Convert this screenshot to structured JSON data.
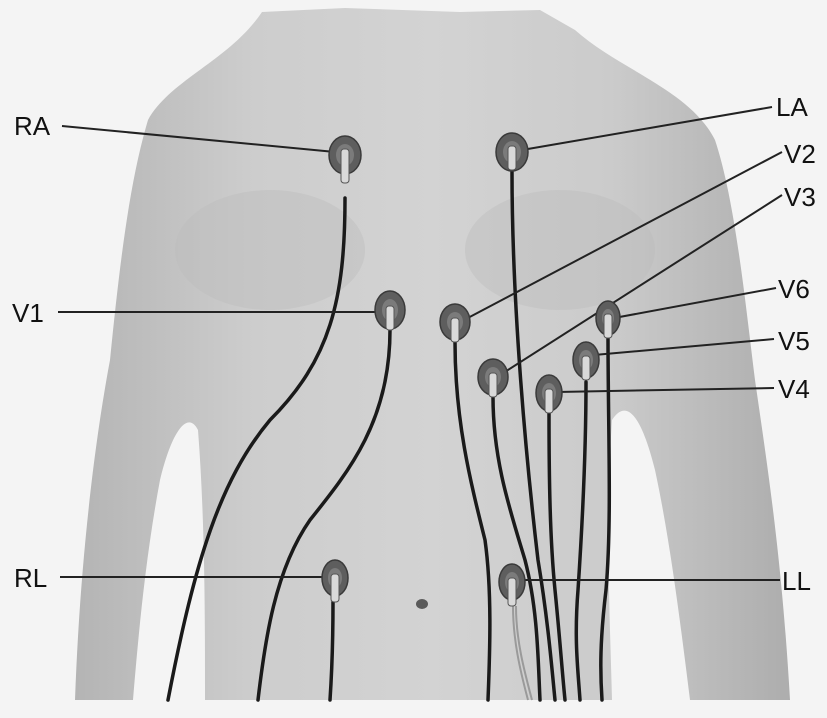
{
  "labels": {
    "RA": "RA",
    "LA": "LA",
    "V2": "V2",
    "V3": "V3",
    "V6": "V6",
    "V1": "V1",
    "V5": "V5",
    "V4": "V4",
    "RL": "RL",
    "LL": "LL"
  },
  "colors": {
    "background": "#f4f4f4",
    "skin": "#c6c6c6",
    "electrode": "#5e5e5e",
    "lead_wire": "#1a1a1a"
  }
}
